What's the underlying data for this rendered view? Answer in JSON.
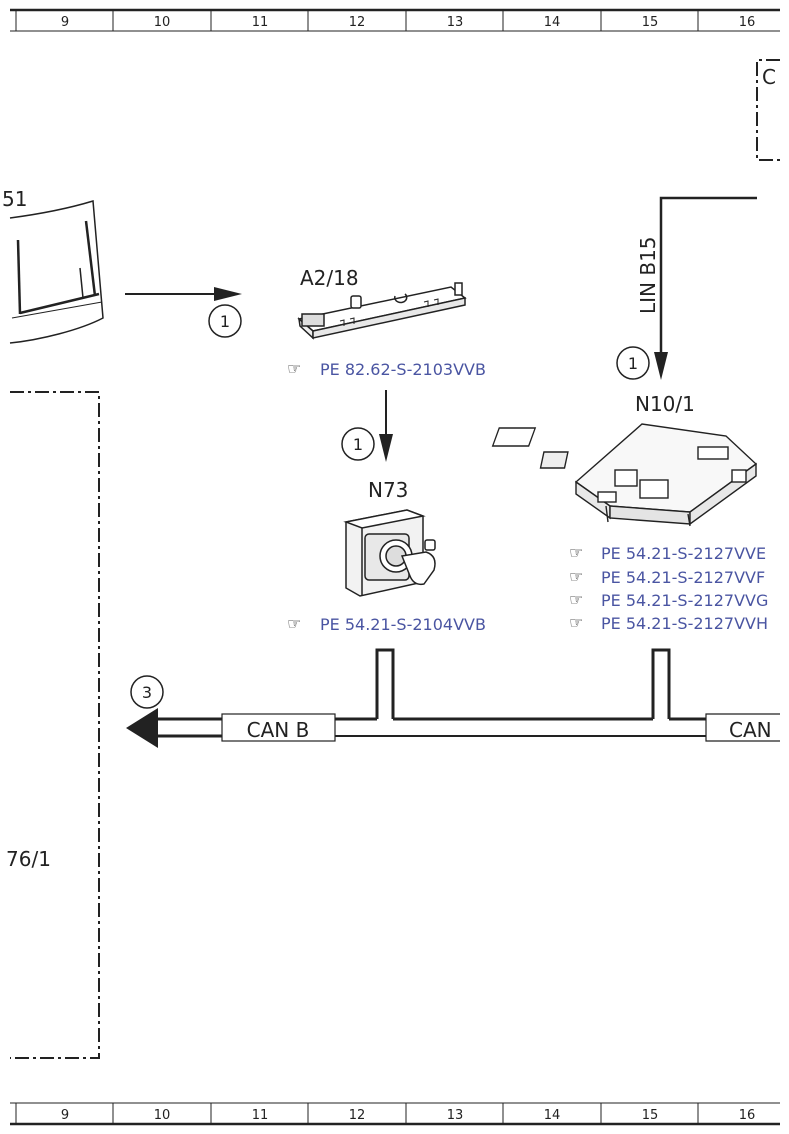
{
  "ruler_top": [
    "9",
    "10",
    "11",
    "12",
    "13",
    "14",
    "15",
    "16"
  ],
  "ruler_bottom": [
    "9",
    "10",
    "11",
    "12",
    "13",
    "14",
    "15",
    "16"
  ],
  "components": {
    "partial_left_top": "51",
    "a2_18": "A2/18",
    "n73": "N73",
    "n10_1": "N10/1",
    "partial_left_bottom": "76/1",
    "partial_right_top": "C"
  },
  "connectors": {
    "lin_b15": "LIN B15",
    "can_b_left": "CAN B",
    "can_right": "CAN"
  },
  "circles": {
    "c1_left": "1",
    "c1_a2_to_n73": "1",
    "c1_lin": "1",
    "c3": "3"
  },
  "references": {
    "a2_18_ref": "PE 82.62-S-2103VVB",
    "n73_ref": "PE 54.21-S-2104VVB",
    "n10_refs": [
      "PE 54.21-S-2127VVE",
      "PE 54.21-S-2127VVF",
      "PE 54.21-S-2127VVG",
      "PE 54.21-S-2127VVH"
    ]
  },
  "colors": {
    "line": "#222222",
    "reference": "#4a55a2"
  },
  "icons": {
    "reference": "pointing-hand-icon"
  }
}
